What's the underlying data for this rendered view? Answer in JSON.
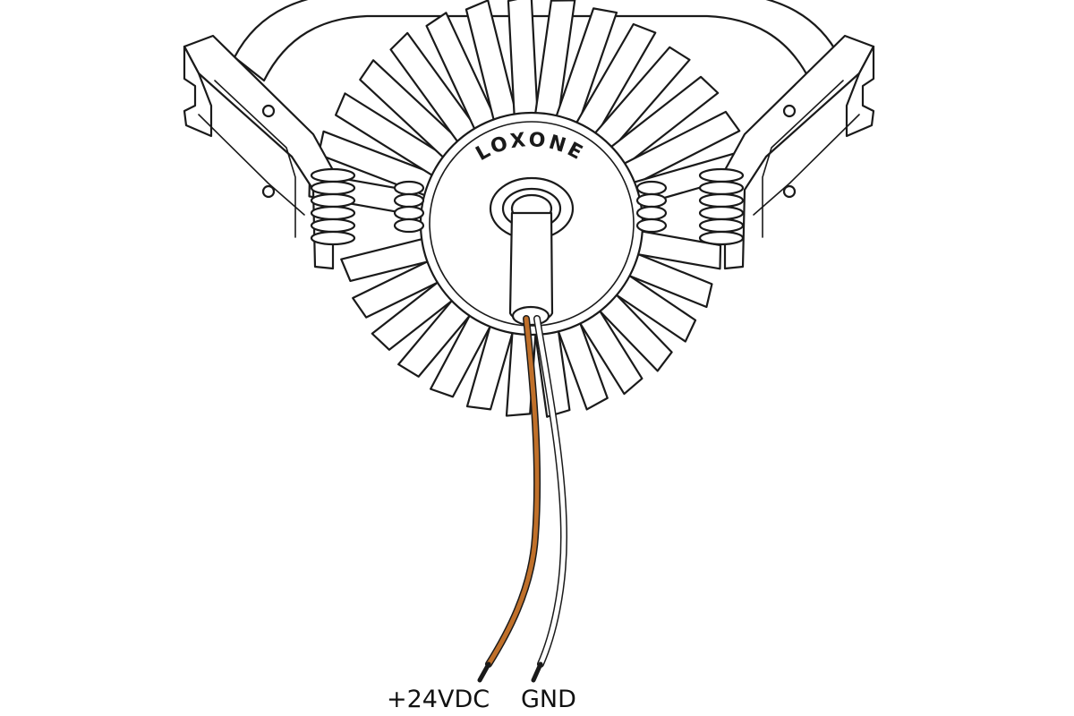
{
  "brand": {
    "logo_text": "LOXONE"
  },
  "wires": [
    {
      "label": "+24VDC",
      "color": "#c0702a"
    },
    {
      "label": "GND",
      "color": "#ffffff"
    }
  ],
  "colors": {
    "ink": "#1a1a1a",
    "background": "#ffffff",
    "positive_wire": "#c0702a"
  },
  "icons": {
    "spring": "torsion-spring-icon",
    "clip": "mounting-clip-icon"
  }
}
